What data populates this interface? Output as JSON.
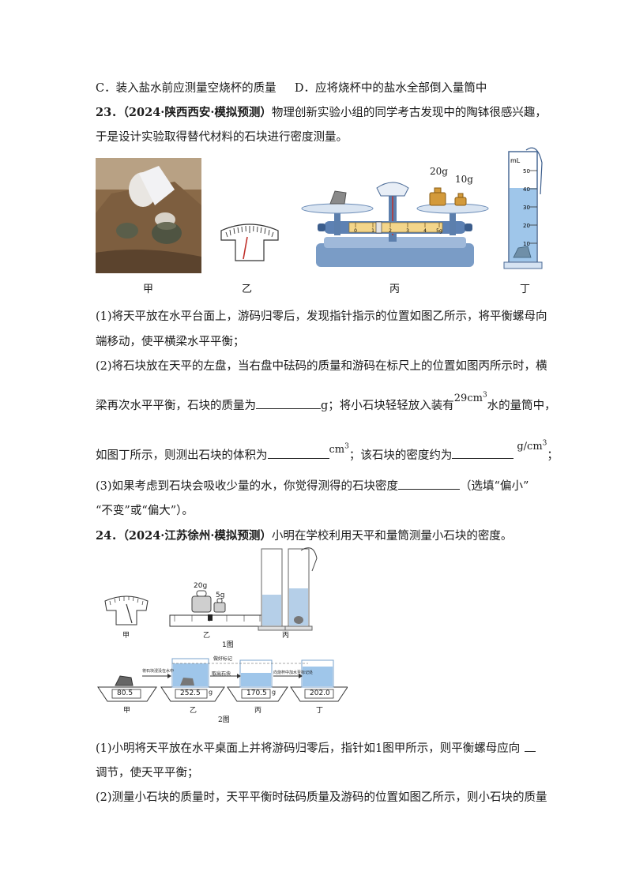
{
  "q22_options": {
    "c": "C．装入盐水前应测量空烧杯的质量",
    "d": "D．应将烧杯中的盐水全部倒入量筒中"
  },
  "q23": {
    "number": "23．",
    "source": "（2024·陕西西安·模拟预测）",
    "stem1": "物理创新实验小组的同学考古发现中的陶钵很感兴趣，",
    "stem2": "于是设计实验取得替代材料的石块进行密度测量。",
    "fig_labels": [
      "甲",
      "乙",
      "丙",
      "丁"
    ],
    "weights": [
      "20g",
      "10g"
    ],
    "scale_ticks": [
      "0",
      "1",
      "2",
      "3",
      "4",
      "5g"
    ],
    "cylinder_unit": "mL",
    "cylinder_ticks": [
      "50",
      "40",
      "30",
      "20",
      "10"
    ],
    "p1_a": "(1)将天平放在水平台面上，游码归零后，发现指针指示的位置如图乙所示，将平衡螺母向",
    "p1_b": "端移动，使平横梁水平平衡；",
    "p2_a": "(2)将石块放在天平的左盘，当右盘中砝码的质量和游码在标尺上的位置如图丙所示时，横",
    "p2_b1": "梁再次水平平衡，石块的质量为",
    "p2_b2": "g；将小石块轻轻放入装有",
    "p2_vol": "29cm",
    "p2_b3": "水的量筒中，",
    "p2_c1": "如图丁所示，则测出石块的体积为",
    "p2_unit1": "cm",
    "p2_c2": "；该石块的密度约为",
    "p2_unit2": "g/cm",
    "p2_c3": "；",
    "sup3": "3",
    "p3_a": "(3)如果考虑到石块会吸收少量的水，你觉得测得的石块密度",
    "p3_a2": "（选填“偏小”",
    "p3_b": "“不变”或“偏大”）。"
  },
  "q24": {
    "number": "24．",
    "source": "（2024·江苏徐州·模拟预测）",
    "stem": "小明在学校利用天平和量筒测量小石块的密度。",
    "fig1_labels": [
      "甲",
      "乙",
      "丙"
    ],
    "fig1_caption": "1图",
    "fig1_weights": [
      "20g",
      "5g"
    ],
    "fig2_caption": "2图",
    "fig2_labels": [
      "甲",
      "乙",
      "丙",
      "丁"
    ],
    "fig2_readings": [
      "80.5",
      "252.5",
      "170.5",
      "202.0"
    ],
    "fig2_unit": "g",
    "fig2_arrows": [
      "将石块浸没在水中",
      "取出石块",
      "向烧杯中加水至标记处"
    ],
    "fig2_mark": "做好标记",
    "p1_a": "(1)小明将天平放在水平桌面上并将游码归零后，指针如1图甲所示，则平衡螺母应向",
    "p1_b": "调节，使天平平衡；",
    "p2_a": "(2)测量小石块的质量时，天平平衡时砝码质量及游码的位置如图乙所示，则小石块的质量"
  },
  "colors": {
    "water": "#9fc6ea",
    "blue_dark": "#3b6fb0"
  }
}
